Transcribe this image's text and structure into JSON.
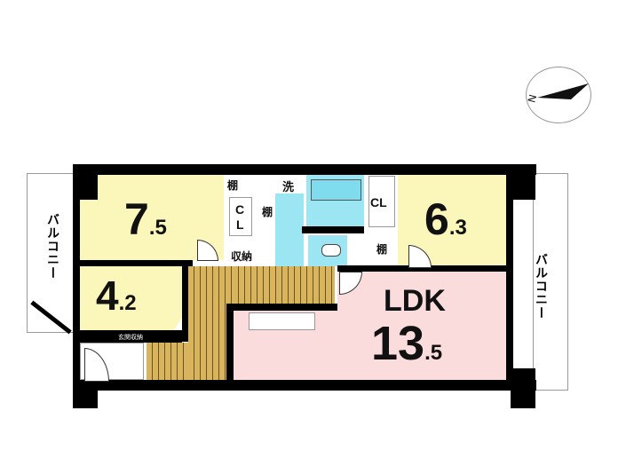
{
  "rooms": {
    "western1": {
      "int": "7",
      "dec": ".5"
    },
    "western2": {
      "int": "4",
      "dec": ".2"
    },
    "western3": {
      "int": "6",
      "dec": ".3"
    },
    "ldk": {
      "name": "LDK",
      "int": "13",
      "dec": ".5"
    }
  },
  "labels": {
    "shelf": "棚",
    "closet": "CL",
    "closet_c": "C",
    "closet_l": "L",
    "storage": "収納",
    "laundry": "洗",
    "entrance_storage": "玄関収納",
    "balcony": "バルコニー"
  },
  "compass": {
    "north": "N"
  },
  "colors": {
    "western": "#fbf6b9",
    "ldk": "#fbdcdc",
    "wet": "#9be6f2",
    "floor": "#d8b45c"
  }
}
